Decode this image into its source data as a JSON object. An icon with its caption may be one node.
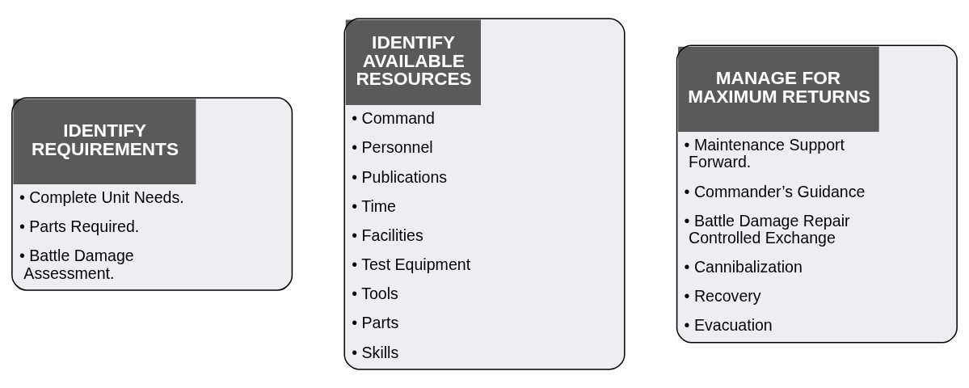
{
  "diagram": {
    "nodes": [
      {
        "text": [
          "IDENTIFY REQUIREMENTS",
          "• Complete Unit Needs.",
          "• Parts Required.",
          "• Battle Damage Assessment."
        ]
      },
      {
        "text": [
          "IDENTIFY AVAILABLE RESOURCES",
          "• Command",
          "• Personnel",
          "• Publications",
          "• Time",
          "• Facilities",
          "• Test Equipment",
          "• Tools",
          "• Parts",
          "• Skills"
        ]
      },
      {
        "text": [
          "MANAGE FOR MAXIMUM RETURNS",
          "• Maintenance Support Forward.",
          "• Commander’s Guidance",
          "• Battle Damage Repair Controlled Exchange",
          "• Cannibalization",
          "• Recovery",
          "• Evacuation"
        ]
      }
    ]
  }
}
